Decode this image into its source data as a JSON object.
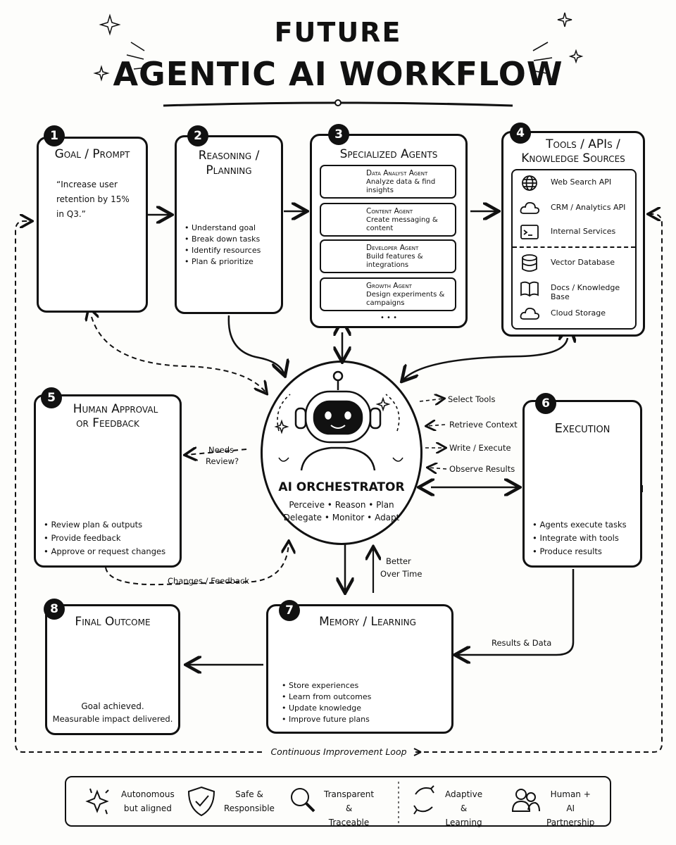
{
  "header": {
    "line1": "FUTURE",
    "line2": "AGENTIC AI WORKFLOW"
  },
  "step1": {
    "num": "1",
    "title": "Goal / Prompt",
    "quote": "“Increase user retention by 15% in Q3.”"
  },
  "step2": {
    "num": "2",
    "title_l1": "Reasoning /",
    "title_l2": "Planning",
    "bullets": [
      "Understand goal",
      "Break down tasks",
      "Identify resources",
      "Plan & prioritize"
    ]
  },
  "step3": {
    "num": "3",
    "title": "Specialized Agents",
    "agents": [
      {
        "name": "Data Analyst Agent",
        "desc": "Analyze data & find insights",
        "icon": "chart-icon"
      },
      {
        "name": "Content Agent",
        "desc": "Create messaging & content",
        "icon": "edit-icon"
      },
      {
        "name": "Developer Agent",
        "desc": "Build features & integrations",
        "icon": "code-icon"
      },
      {
        "name": "Growth Agent",
        "desc": "Design experiments & campaigns",
        "icon": "megaphone-icon"
      }
    ],
    "more": "• • •"
  },
  "step4": {
    "num": "4",
    "title_l1": "Tools / APIs /",
    "title_l2": "Knowledge Sources",
    "tools": [
      {
        "label": "Web Search API",
        "icon": "globe-icon"
      },
      {
        "label": "CRM / Analytics API",
        "icon": "cloud-icon"
      },
      {
        "label": "Internal Services",
        "icon": "terminal-icon"
      },
      {
        "label": "Vector Database",
        "icon": "database-icon"
      },
      {
        "label": "Docs / Knowledge Base",
        "icon": "book-icon"
      },
      {
        "label": "Cloud Storage",
        "icon": "cloud-icon"
      }
    ]
  },
  "step5": {
    "num": "5",
    "title_l1": "Human Approval",
    "title_l2": "or Feedback",
    "bullets": [
      "Review plan & outputs",
      "Provide feedback",
      "Approve or request changes"
    ]
  },
  "step6": {
    "num": "6",
    "title": "Execution",
    "bullets": [
      "Agents execute tasks",
      "Integrate with tools",
      "Produce results"
    ]
  },
  "step7": {
    "num": "7",
    "title": "Memory / Learning",
    "bullets": [
      "Store experiences",
      "Learn from outcomes",
      "Update knowledge",
      "Improve future plans"
    ]
  },
  "step8": {
    "num": "8",
    "title": "Final Outcome",
    "line1": "Goal achieved.",
    "line2": "Measurable impact delivered."
  },
  "orchestrator": {
    "title": "AI ORCHESTRATOR",
    "line1": "Perceive • Reason • Plan",
    "line2": "Delegate • Monitor • Adapt"
  },
  "labels": {
    "needs_review_l1": "Needs",
    "needs_review_l2": "Review?",
    "select_tools": "Select Tools",
    "retrieve_context": "Retrieve Context",
    "write_execute": "Write / Execute",
    "observe_results": "Observe Results",
    "changes_feedback": "Changes / Feedback",
    "better_l1": "Better",
    "better_l2": "Over Time",
    "results_data": "Results & Data",
    "loop": "Continuous Improvement Loop"
  },
  "footer": [
    {
      "l1": "Autonomous",
      "l2": "but aligned",
      "icon": "sparkle-icon"
    },
    {
      "l1": "Safe &",
      "l2": "Responsible",
      "icon": "shield-icon"
    },
    {
      "l1": "Transparent &",
      "l2": "Traceable",
      "icon": "magnifier-icon"
    },
    {
      "l1": "Adaptive &",
      "l2": "Learning",
      "icon": "cycle-icon"
    },
    {
      "l1": "Human + AI",
      "l2": "Partnership",
      "icon": "people-icon"
    }
  ]
}
